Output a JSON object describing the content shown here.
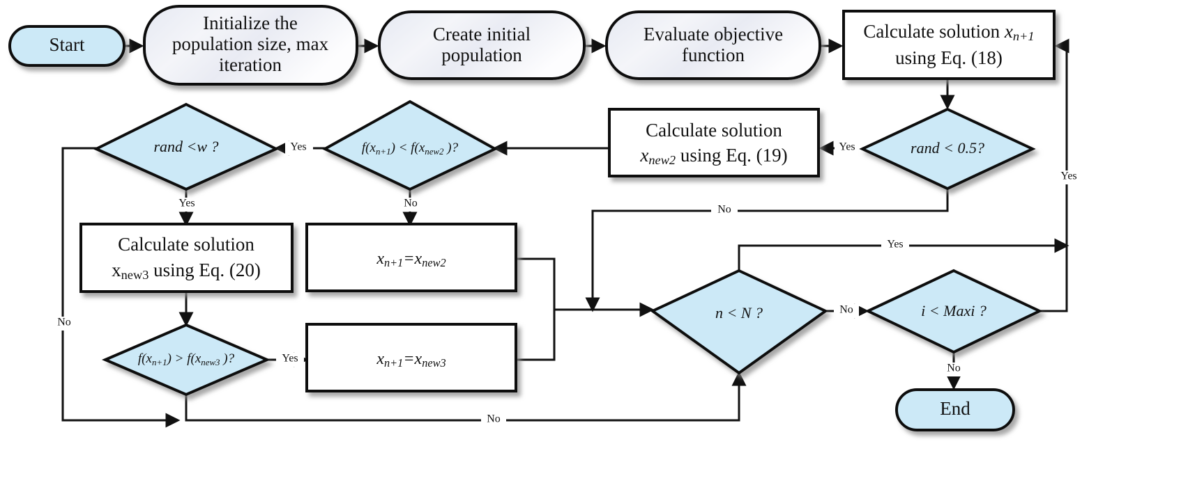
{
  "diagram": {
    "title": "Algorithm flowchart",
    "colors": {
      "decision_fill": "#cce9f7",
      "terminal_fill": "#cce9f7",
      "process_fill": "#ffffff",
      "process_gradient_fill": "#eceef5",
      "stroke": "#111111",
      "background": "#ffffff"
    },
    "nodes": {
      "start": {
        "label": "Start",
        "shape": "stadium"
      },
      "initialize": {
        "line1": "Initialize the",
        "line2": "population size, max",
        "line3": "iteration",
        "shape": "stadium"
      },
      "create_population": {
        "line1": "Create initial",
        "line2": "population",
        "shape": "stadium"
      },
      "evaluate": {
        "line1": "Evaluate objective",
        "line2": "function",
        "shape": "stadium"
      },
      "calc_xn1": {
        "line1_a": "Calculate solution ",
        "line1_b": "x",
        "line1_sub": "n+1",
        "line2": "using Eq. (18)",
        "shape": "rect"
      },
      "rand_half": {
        "label": "rand < 0.5?",
        "shape": "diamond"
      },
      "calc_new2": {
        "line1": "Calculate solution",
        "line2_a": "x",
        "line2_sub": "new2",
        "line2_b": " using Eq. (19)",
        "shape": "rect"
      },
      "cmp_new2": {
        "label_a": "f(x",
        "label_sub1": "n+1",
        "label_b": ") < f(x",
        "label_sub2": "new2",
        "label_c": " )?",
        "shape": "diamond"
      },
      "rand_w": {
        "label": "rand <w ?",
        "shape": "diamond"
      },
      "calc_new3": {
        "line1": "Calculate solution",
        "line2_a": "x",
        "line2_sub": "new3",
        "line2_b": " using Eq. (20)",
        "shape": "rect"
      },
      "assign_new2": {
        "label_a": "x",
        "label_sub1": "n+1",
        "label_b": "=x",
        "label_sub2": "new2",
        "shape": "rect"
      },
      "assign_new3": {
        "label_a": "x",
        "label_sub1": "n+1",
        "label_b": "=x",
        "label_sub2": "new3",
        "shape": "rect"
      },
      "cmp_new3": {
        "label_a": "f(x",
        "label_sub1": "n+1",
        "label_b": ") > f(x",
        "label_sub2": "new3",
        "label_c": " )?",
        "shape": "diamond"
      },
      "n_lt_N": {
        "label": "n < N ?",
        "shape": "diamond"
      },
      "i_lt_maxi": {
        "label": "i < Maxi ?",
        "shape": "diamond"
      },
      "end": {
        "label": "End",
        "shape": "stadium"
      }
    },
    "edge_labels": {
      "rand_half_yes": "Yes",
      "rand_half_no": "No",
      "cmp_new2_yes": "Yes",
      "cmp_new2_no": "No",
      "rand_w_yes": "Yes",
      "rand_w_no": "No",
      "cmp_new3_yes": "Yes",
      "cmp_new3_no": "No",
      "n_lt_N_yes": "Yes",
      "n_lt_N_no": "No",
      "i_lt_maxi_yes": "Yes",
      "i_lt_maxi_no": "No"
    }
  }
}
